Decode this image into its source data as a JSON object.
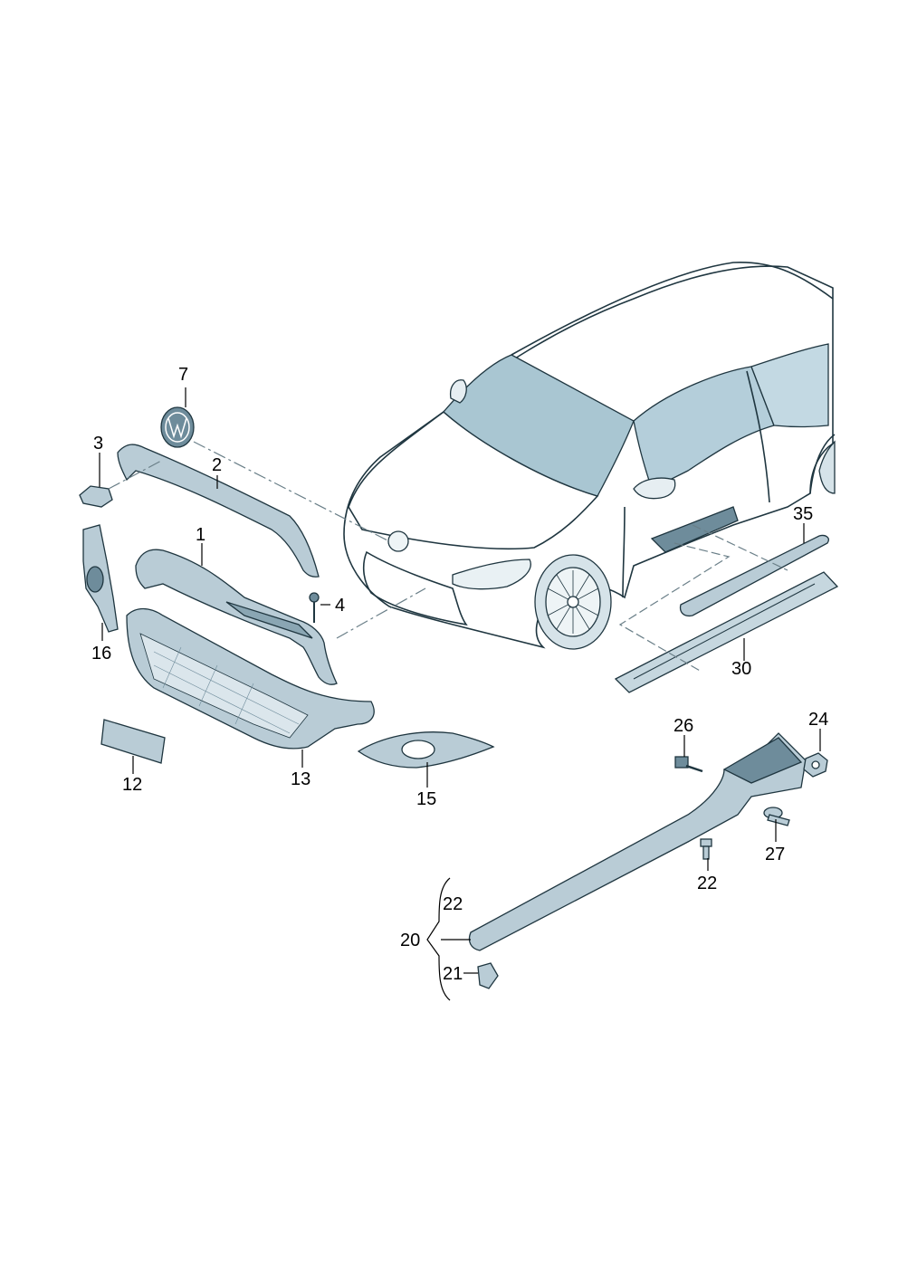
{
  "colors": {
    "line": "#1f3640",
    "part_fill": "#b9ccd6",
    "part_dark": "#6e8c9b",
    "car_fill": "#f4f8fa",
    "glass": "#a9c6d2"
  },
  "callouts": {
    "c1": "1",
    "c2": "2",
    "c3": "3",
    "c4": "4",
    "c7": "7",
    "c12": "12",
    "c13": "13",
    "c15": "15",
    "c16": "16",
    "c20": "20",
    "c21": "21",
    "c22a": "22",
    "c22b": "22",
    "c24": "24",
    "c26": "26",
    "c27": "27",
    "c30": "30",
    "c35": "35"
  }
}
